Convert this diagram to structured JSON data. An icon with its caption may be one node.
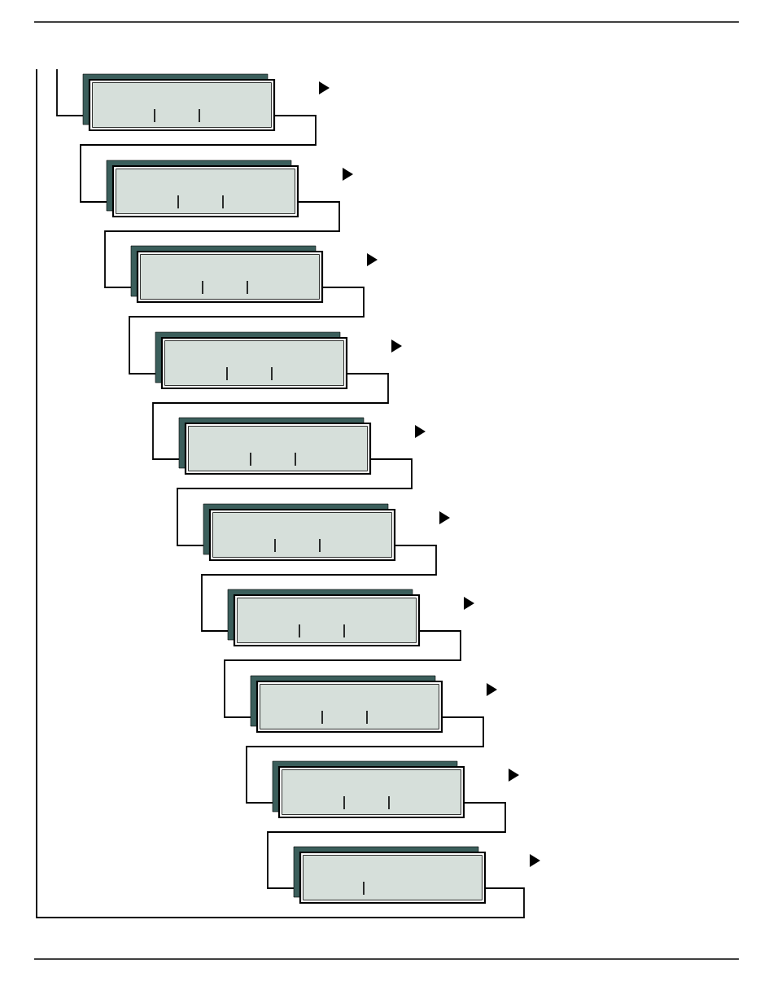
{
  "diagram": {
    "nodes": [
      {
        "text": [],
        "shape": "box"
      },
      {
        "text": [],
        "shape": "box"
      },
      {
        "text": [],
        "shape": "box"
      },
      {
        "text": [],
        "shape": "box"
      },
      {
        "text": [],
        "shape": "box"
      },
      {
        "text": [],
        "shape": "box"
      },
      {
        "text": [],
        "shape": "box"
      },
      {
        "text": [],
        "shape": "box"
      },
      {
        "text": [],
        "shape": "box"
      },
      {
        "text": [],
        "shape": "box"
      }
    ],
    "edges": [
      {
        "from": null,
        "to": 0,
        "arrow": "none"
      },
      {
        "from": 0,
        "to": 1,
        "arrow": "none"
      },
      {
        "from": 1,
        "to": 2,
        "arrow": "none"
      },
      {
        "from": 2,
        "to": 3,
        "arrow": "none"
      },
      {
        "from": 3,
        "to": 4,
        "arrow": "none"
      },
      {
        "from": 4,
        "to": 5,
        "arrow": "none"
      },
      {
        "from": 5,
        "to": 6,
        "arrow": "none"
      },
      {
        "from": 6,
        "to": 7,
        "arrow": "none"
      },
      {
        "from": 7,
        "to": 8,
        "arrow": "none"
      },
      {
        "from": 8,
        "to": 9,
        "arrow": "none"
      },
      {
        "from": 9,
        "to": null,
        "arrow": "none"
      }
    ]
  }
}
